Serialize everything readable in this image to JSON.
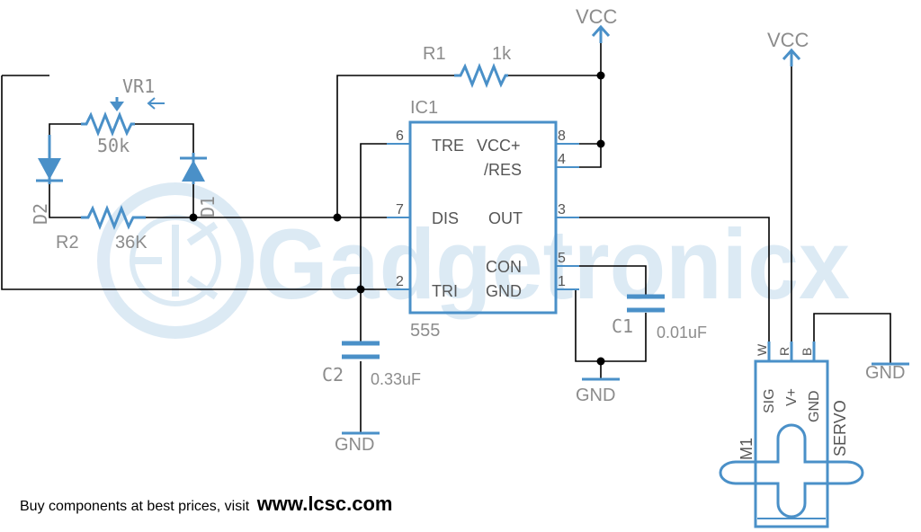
{
  "watermark": {
    "text": "Gadgetronicx"
  },
  "power": {
    "vcc_left": "VCC",
    "vcc_right": "VCC",
    "gnd_c2": "GND",
    "gnd_ic": "GND",
    "gnd_servo": "GND"
  },
  "components": {
    "r1": {
      "ref": "R1",
      "value": "1k"
    },
    "vr1": {
      "ref": "VR1",
      "value": "50k"
    },
    "r2": {
      "ref": "R2",
      "value": "36K"
    },
    "d1": {
      "ref": "D1"
    },
    "d2": {
      "ref": "D2"
    },
    "c1": {
      "ref": "C1",
      "value": "0.01uF"
    },
    "c2": {
      "ref": "C2",
      "value": "0.33uF"
    }
  },
  "ic": {
    "ref": "IC1",
    "part": "555",
    "pins_left": [
      {
        "num": "6",
        "name": "TRE"
      },
      {
        "num": "7",
        "name": "DIS"
      },
      {
        "num": "2",
        "name": "TRI"
      }
    ],
    "pins_right": [
      {
        "num": "8",
        "name": "VCC+"
      },
      {
        "num": "4",
        "name": "/RES"
      },
      {
        "num": "3",
        "name": "OUT"
      },
      {
        "num": "5",
        "name": "CON"
      },
      {
        "num": "1",
        "name": "GND"
      }
    ]
  },
  "servo": {
    "ref": "M1",
    "name": "SERVO",
    "pin_letters": [
      "W",
      "R",
      "B"
    ],
    "pin_names": [
      "SIG",
      "V+",
      "GND"
    ]
  },
  "footer": {
    "text": "Buy components at best prices, visit",
    "link": "www.lcsc.com"
  }
}
